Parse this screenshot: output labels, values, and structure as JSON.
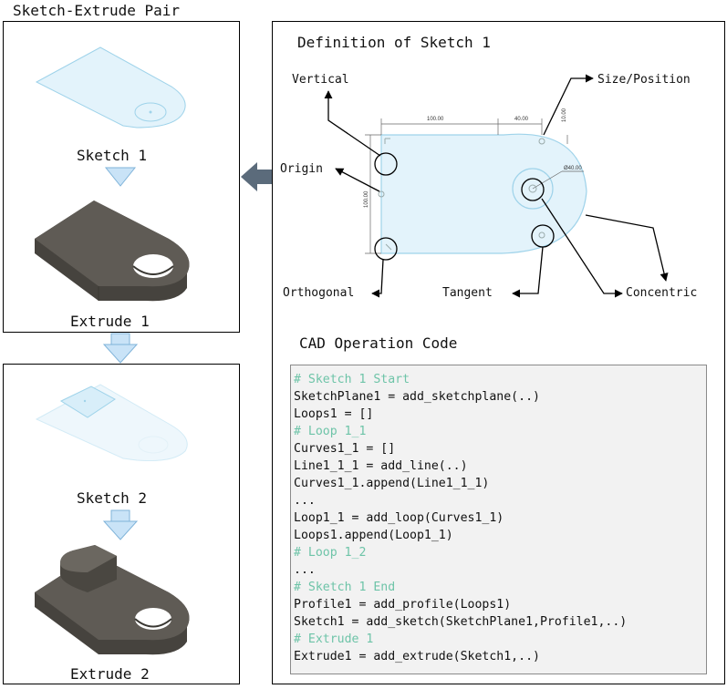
{
  "left_panel_title": "Sketch-Extrude Pair",
  "panel1": {
    "sketch_label": "Sketch 1",
    "extrude_label": "Extrude 1"
  },
  "panel2": {
    "sketch_label": "Sketch 2",
    "extrude_label": "Extrude 2"
  },
  "definition_title": "Definition of Sketch 1",
  "constraints": {
    "vertical": "Vertical",
    "origin": "Origin",
    "orthogonal": "Orthogonal",
    "tangent": "Tangent",
    "concentric": "Concentric",
    "size_position": "Size/Position"
  },
  "dimensions": {
    "width": "100.00",
    "offset": "40.00",
    "height_small": "10.00",
    "height": "100.00",
    "diameter": "Ø40.00"
  },
  "code_title": "CAD Operation Code",
  "code_lines": [
    {
      "text": "# Sketch 1 Start",
      "comment": true
    },
    {
      "text": "SketchPlane1 = add_sketchplane(..)",
      "comment": false
    },
    {
      "text": "Loops1 = []",
      "comment": false
    },
    {
      "text": "# Loop 1_1",
      "comment": true
    },
    {
      "text": "Curves1_1 = []",
      "comment": false
    },
    {
      "text": "Line1_1_1 = add_line(..)",
      "comment": false
    },
    {
      "text": "Curves1_1.append(Line1_1_1)",
      "comment": false
    },
    {
      "text": "...",
      "comment": false
    },
    {
      "text": "Loop1_1 = add_loop(Curves1_1)",
      "comment": false
    },
    {
      "text": "Loops1.append(Loop1_1)",
      "comment": false
    },
    {
      "text": "# Loop 1_2",
      "comment": true
    },
    {
      "text": "...",
      "comment": false
    },
    {
      "text": "# Sketch 1 End",
      "comment": true
    },
    {
      "text": "Profile1 = add_profile(Loops1)",
      "comment": false
    },
    {
      "text": "Sketch1 = add_sketch(SketchPlane1,Profile1,..)",
      "comment": false
    },
    {
      "text": "# Extrude 1",
      "comment": true
    },
    {
      "text": "Extrude1 = add_extrude(Sketch1,..)",
      "comment": false
    }
  ],
  "colors": {
    "sketch_fill": "#e3f3fb",
    "sketch_stroke": "#9fd3ea",
    "solid_top": "#5f5b55",
    "solid_side": "#46433e",
    "arrow_fill": "#c9e3f7",
    "arrow_stroke": "#7fb3d9",
    "big_arrow": "#5b6b7b",
    "code_comment": "#6ec4a8"
  }
}
